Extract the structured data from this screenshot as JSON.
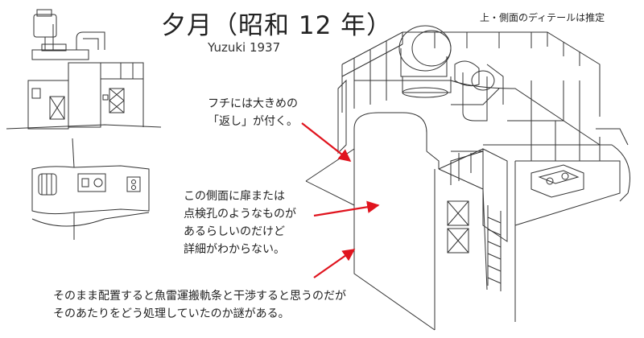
{
  "title": "夕月（昭和 12 年）",
  "subtitle": "Yuzuki  1937",
  "corner_note": "上・側面のディテールは推定",
  "notes": {
    "rim": [
      "フチには大きめの",
      "「返し」が付く。"
    ],
    "side": [
      "この側面に扉または",
      "点検孔のようなものが",
      "あるらしいのだけど",
      "詳細がわからない。"
    ],
    "bottom": [
      "そのまま配置すると魚雷運搬軌条と干渉すると思うのだが",
      "そのあたりをどう処理していたのか謎がある。"
    ]
  },
  "colors": {
    "arrow": "#e0141e",
    "line": "#333333"
  }
}
